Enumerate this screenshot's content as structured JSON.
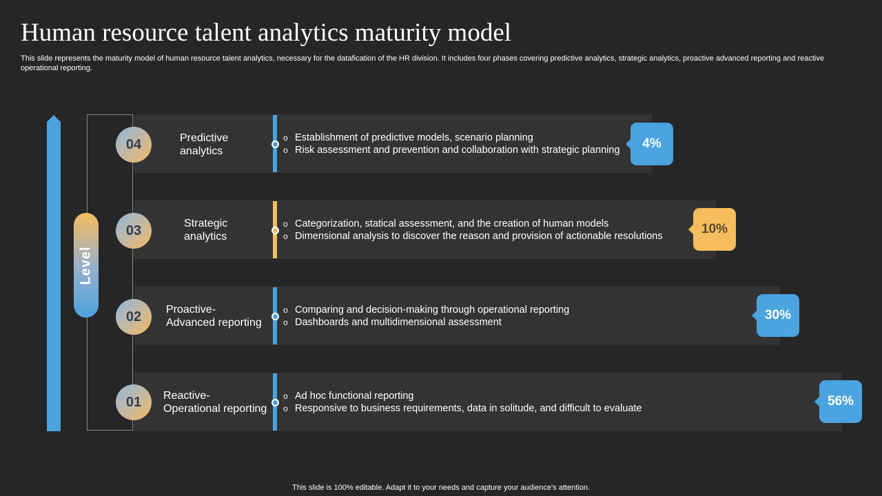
{
  "slide": {
    "title": "Human resource talent analytics maturity model",
    "subtitle": "This slide represents the maturity model of human resource talent analytics, necessary for the datafication of the HR division. It includes four phases covering predictive analytics, strategic analytics, proactive advanced reporting and reactive operational reporting.",
    "footer": "This slide is 100% editable. Adapt it to your needs and capture your audience's attention."
  },
  "colors": {
    "background": "#262627",
    "blue": "#4ba3df",
    "orange": "#f5bd5d",
    "row": "#333334"
  },
  "axis": {
    "label": "Level"
  },
  "phases": [
    {
      "num": "04",
      "label_line1": "Predictive",
      "label_line2": "analytics",
      "accent": "#4ba3df",
      "badge": "4%",
      "badge_value": 4,
      "bullets": [
        "Establishment of predictive models, scenario planning",
        "Risk assessment and prevention and collaboration with strategic planning"
      ]
    },
    {
      "num": "03",
      "label_line1": "Strategic",
      "label_line2": "analytics",
      "accent": "#f5bd5d",
      "badge": "10%",
      "badge_value": 10,
      "bullets": [
        "Categorization, statical assessment, and the creation of human models",
        "Dimensional analysis to discover the reason and provision of actionable resolutions"
      ]
    },
    {
      "num": "02",
      "label_line1": "Proactive-",
      "label_line2": "Advanced reporting",
      "accent": "#4ba3df",
      "badge": "30%",
      "badge_value": 30,
      "bullets": [
        "Comparing and decision-making through operational reporting",
        "Dashboards and multidimensional assessment"
      ]
    },
    {
      "num": "01",
      "label_line1": "Reactive-",
      "label_line2": "Operational reporting",
      "accent": "#4ba3df",
      "badge": "56%",
      "badge_value": 56,
      "bullets": [
        "Ad hoc functional reporting",
        "Responsive to business requirements, data in solitude, and difficult to evaluate"
      ]
    }
  ]
}
